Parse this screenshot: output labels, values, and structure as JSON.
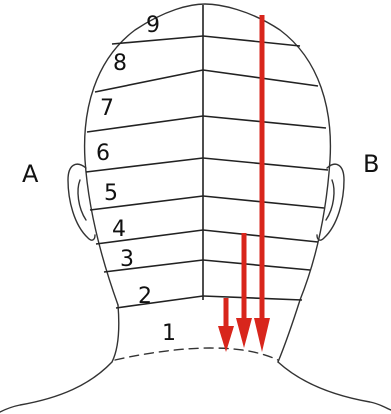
{
  "side_labels": {
    "left": "A",
    "right": "B"
  },
  "section_numbers": [
    "1",
    "2",
    "3",
    "4",
    "5",
    "6",
    "7",
    "8",
    "9"
  ],
  "arrow_color": "#d8261c",
  "arrow_count": 3
}
